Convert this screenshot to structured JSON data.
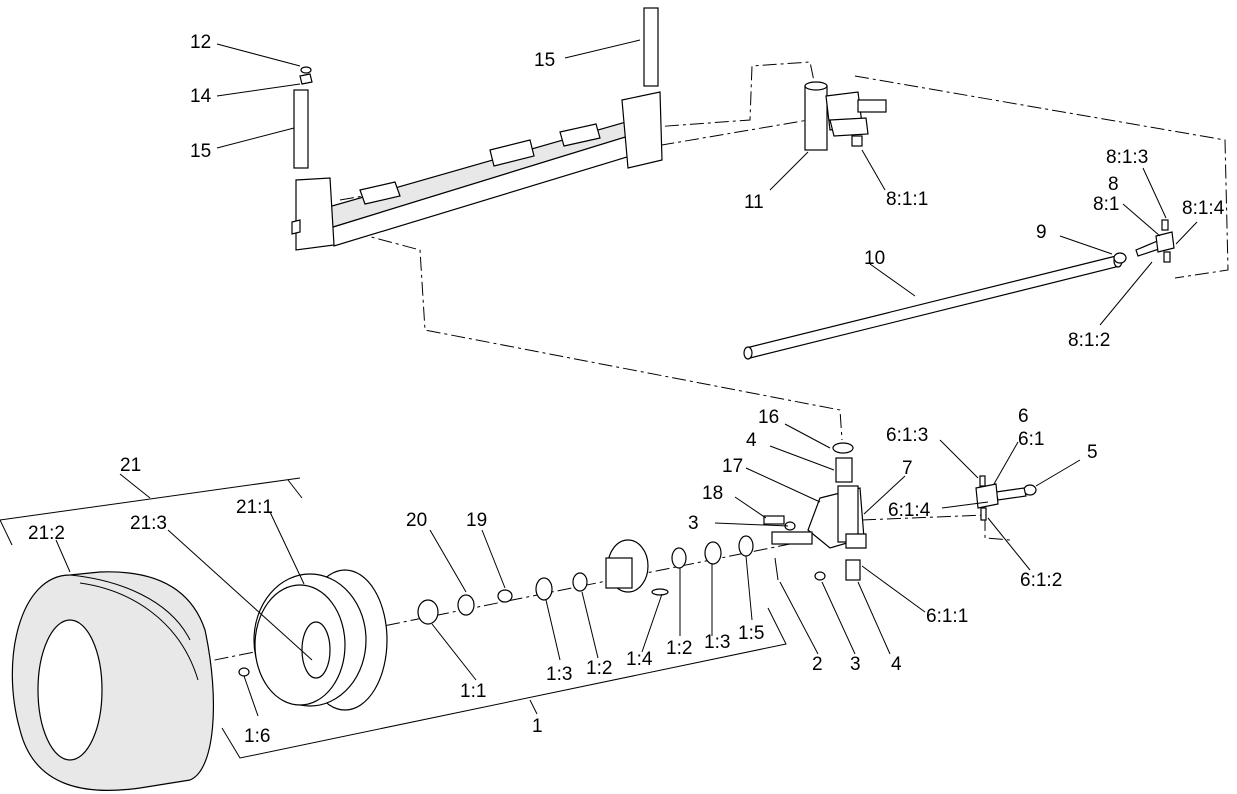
{
  "callouts": [
    {
      "id": "c12",
      "text": "12"
    },
    {
      "id": "c14",
      "text": "14"
    },
    {
      "id": "c15a",
      "text": "15"
    },
    {
      "id": "c15b",
      "text": "15"
    },
    {
      "id": "c11",
      "text": "11"
    },
    {
      "id": "c811",
      "text": "8:1:1"
    },
    {
      "id": "c813",
      "text": "8:1:3"
    },
    {
      "id": "c8",
      "text": "8"
    },
    {
      "id": "c81",
      "text": "8:1"
    },
    {
      "id": "c814",
      "text": "8:1:4"
    },
    {
      "id": "c9",
      "text": "9"
    },
    {
      "id": "c10",
      "text": "10"
    },
    {
      "id": "c812",
      "text": "8:1:2"
    },
    {
      "id": "c16",
      "text": "16"
    },
    {
      "id": "c4a",
      "text": "4"
    },
    {
      "id": "c17",
      "text": "17"
    },
    {
      "id": "c7",
      "text": "7"
    },
    {
      "id": "c18",
      "text": "18"
    },
    {
      "id": "c3a",
      "text": "3"
    },
    {
      "id": "c6",
      "text": "6"
    },
    {
      "id": "c61",
      "text": "6:1"
    },
    {
      "id": "c613",
      "text": "6:1:3"
    },
    {
      "id": "c5",
      "text": "5"
    },
    {
      "id": "c614",
      "text": "6:1:4"
    },
    {
      "id": "c612",
      "text": "6:1:2"
    },
    {
      "id": "c611",
      "text": "6:1:1"
    },
    {
      "id": "c21",
      "text": "21"
    },
    {
      "id": "c211",
      "text": "21:1"
    },
    {
      "id": "c212",
      "text": "21:2"
    },
    {
      "id": "c213",
      "text": "21:3"
    },
    {
      "id": "c20",
      "text": "20"
    },
    {
      "id": "c19",
      "text": "19"
    },
    {
      "id": "c11b",
      "text": "1:1"
    },
    {
      "id": "c13a",
      "text": "1:3"
    },
    {
      "id": "c12b",
      "text": "1:2"
    },
    {
      "id": "c14b",
      "text": "1:4"
    },
    {
      "id": "c12c",
      "text": "1:2"
    },
    {
      "id": "c13b",
      "text": "1:3"
    },
    {
      "id": "c15c",
      "text": "1:5"
    },
    {
      "id": "c16b",
      "text": "1:6"
    },
    {
      "id": "c1",
      "text": "1"
    },
    {
      "id": "c2",
      "text": "2"
    },
    {
      "id": "c3b",
      "text": "3"
    },
    {
      "id": "c4b",
      "text": "4"
    }
  ]
}
